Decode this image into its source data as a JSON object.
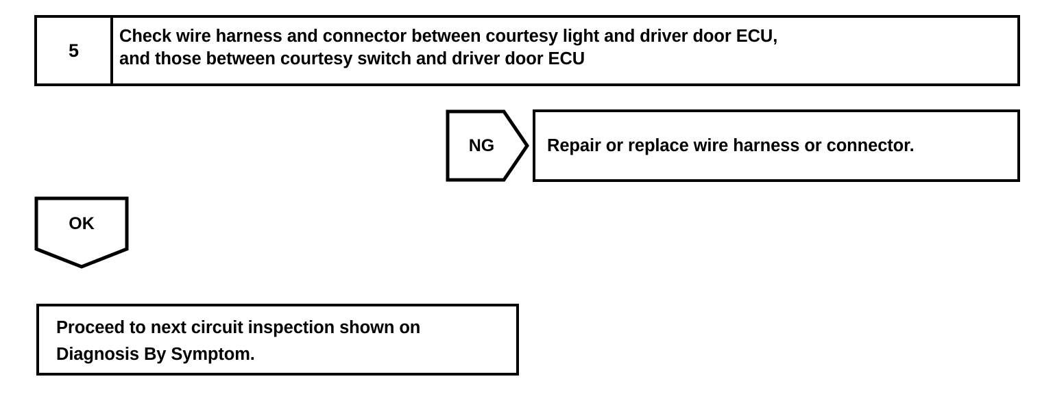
{
  "document": {
    "kind": "troubleshooting-flowchart",
    "ink_color": "#000000",
    "page_background": "#ffffff"
  },
  "step": {
    "number": "5",
    "instruction_line_1": "Check wire harness and connector between courtesy light and driver door ECU,",
    "instruction_line_2": "and those between courtesy switch and driver door ECU"
  },
  "branches": {
    "ng": {
      "label": "NG",
      "direction": "right",
      "result_text": "Repair or replace wire harness or connector."
    },
    "ok": {
      "label": "OK",
      "direction": "down"
    }
  },
  "result": {
    "line_1": "Proceed to next circuit inspection shown on",
    "line_2": "Diagnosis By Symptom."
  }
}
